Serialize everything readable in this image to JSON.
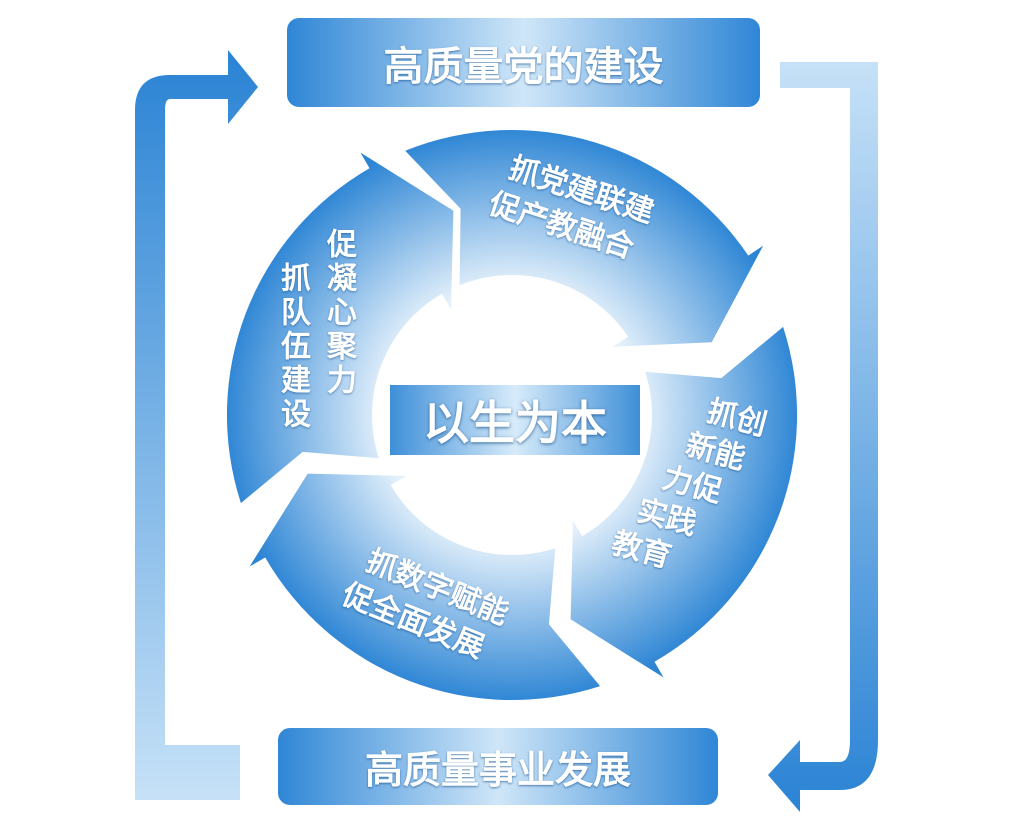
{
  "top_box": {
    "label": "高质量党的建设"
  },
  "bottom_box": {
    "label": "高质量事业发展"
  },
  "center": {
    "label": "以生为本"
  },
  "segments": [
    {
      "lines": [
        "抓党建联建",
        "促产教融合"
      ]
    },
    {
      "lines": [
        "抓创",
        "新能",
        "力促",
        "实践",
        "教育"
      ]
    },
    {
      "lines": [
        "抓数字赋能",
        "促全面发展"
      ]
    },
    {
      "lines": [
        "促凝心聚力",
        "抓队伍建设"
      ]
    }
  ],
  "colors": {
    "dark_blue": "#1f7bd0",
    "light_blue": "#cfe6f8"
  }
}
